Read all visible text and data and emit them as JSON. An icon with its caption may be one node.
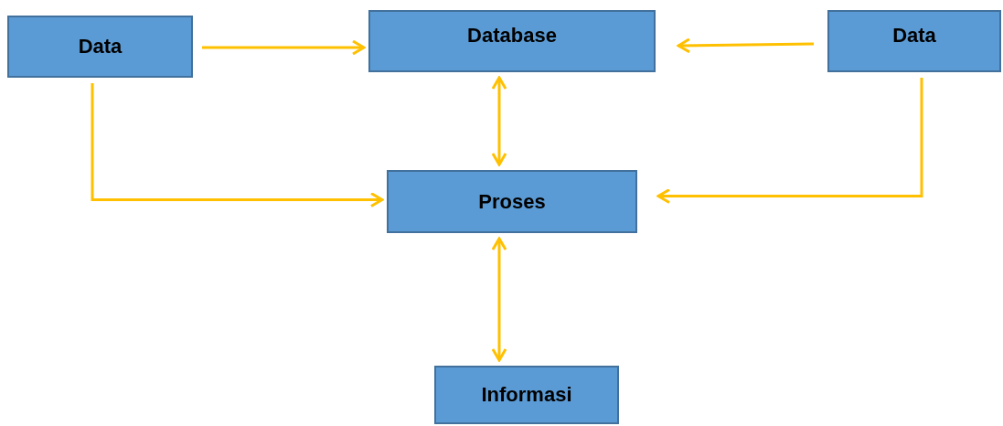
{
  "diagram": {
    "nodes": [
      {
        "text": [
          "Data"
        ]
      },
      {
        "text": [
          "Database"
        ]
      },
      {
        "text": [
          "Data"
        ]
      },
      {
        "text": [
          "Proses"
        ]
      },
      {
        "text": [
          "Informasi"
        ]
      }
    ],
    "edges": [
      {
        "from": 0,
        "to": 1,
        "arrow": "to"
      },
      {
        "from": 2,
        "to": 1,
        "arrow": "to"
      },
      {
        "from": 1,
        "to": 3,
        "arrow": "both"
      },
      {
        "from": 0,
        "to": 3,
        "arrow": "to"
      },
      {
        "from": 2,
        "to": 3,
        "arrow": "to"
      },
      {
        "from": 3,
        "to": 4,
        "arrow": "both"
      }
    ]
  }
}
